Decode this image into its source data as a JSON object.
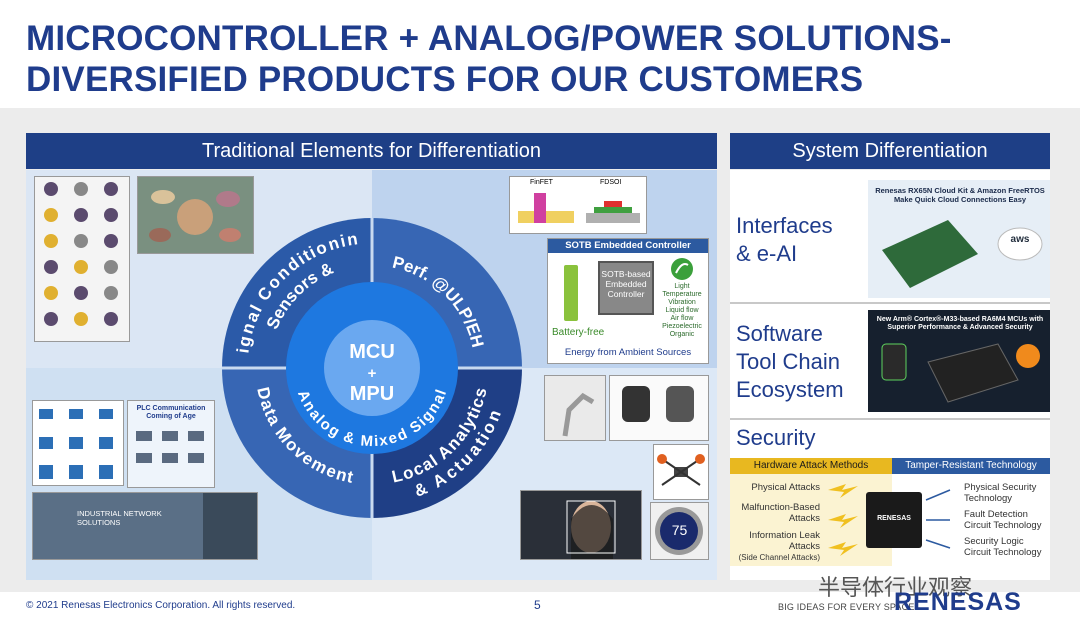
{
  "title": {
    "line1": "MICROCONTROLLER + ANALOG/POWER SOLUTIONS-",
    "line2": "DIVERSIFIED PRODUCTS FOR OUR CUSTOMERS"
  },
  "left_panel": {
    "header": "Traditional Elements for Differentiation",
    "ring_labels": {
      "sensors": [
        "Sensors &",
        "Signal Conditioning"
      ],
      "perf": [
        "Perf. @ULP/EH"
      ],
      "data": [
        "Data Movement"
      ],
      "local": [
        "Local Analytics",
        "& Actuation"
      ],
      "inner": "Analog & Mixed Signal"
    },
    "center": {
      "line1": "MCU",
      "line2": "+",
      "line3": "MPU"
    },
    "sotb": {
      "title": "SOTB Embedded Controller",
      "chip": [
        "SOTB-based",
        "Embedded",
        "Controller"
      ],
      "battery": "Battery-free",
      "sources": [
        "Light",
        "Temperature",
        "Vibration",
        "Liquid flow",
        "Air flow",
        "Piezoelectric",
        "Organic"
      ],
      "footer": "Energy from Ambient Sources"
    },
    "finfet": {
      "left": "FinFET",
      "right": "FDSOI"
    },
    "plc": {
      "line1": "PLC Communication",
      "line2": "Coming of Age"
    },
    "industrial": {
      "line1": "INDUSTRIAL NETWORK",
      "line2": "SOLUTIONS"
    },
    "thermostat": "75"
  },
  "right_panel": {
    "header": "System Differentiation",
    "row1": {
      "label_1": "Interfaces",
      "label_2": "& e-AI",
      "caption_1": "Renesas RX65N Cloud Kit & Amazon FreeRTOS",
      "caption_2": "Make Quick Cloud Connections Easy",
      "aws": "aws"
    },
    "row2": {
      "label_1": "Software",
      "label_2": "Tool Chain",
      "label_3": "Ecosystem",
      "caption_1": "New Arm® Cortex®-M33-based RA6M4 MCUs with",
      "caption_2": "Superior Performance & Advanced Security"
    },
    "row3": {
      "label": "Security",
      "col_left": "Hardware Attack Methods",
      "col_right": "Tamper-Resistant Technology",
      "attacks": [
        [
          "Physical Attacks"
        ],
        [
          "Malfunction-Based",
          "Attacks"
        ],
        [
          "Information Leak",
          "Attacks",
          "(Side Channel Attacks)"
        ]
      ],
      "defenses": [
        [
          "Physical Security",
          "Technology"
        ],
        [
          "Fault Detection",
          "Circuit Technology"
        ],
        [
          "Security Logic",
          "Circuit Technology"
        ]
      ],
      "chip": "RENESAS"
    }
  },
  "footer": {
    "copyright": "© 2021 Renesas Electronics Corporation. All rights reserved.",
    "page": "5",
    "tagline": "BIG IDEAS FOR EVERY SPACE",
    "logo": "RENESAS",
    "watermark": "半导体行业观察"
  },
  "colors": {
    "brand_blue": "#1f3c8c",
    "header_blue": "#1e3f86",
    "gold": "#f0c020"
  }
}
